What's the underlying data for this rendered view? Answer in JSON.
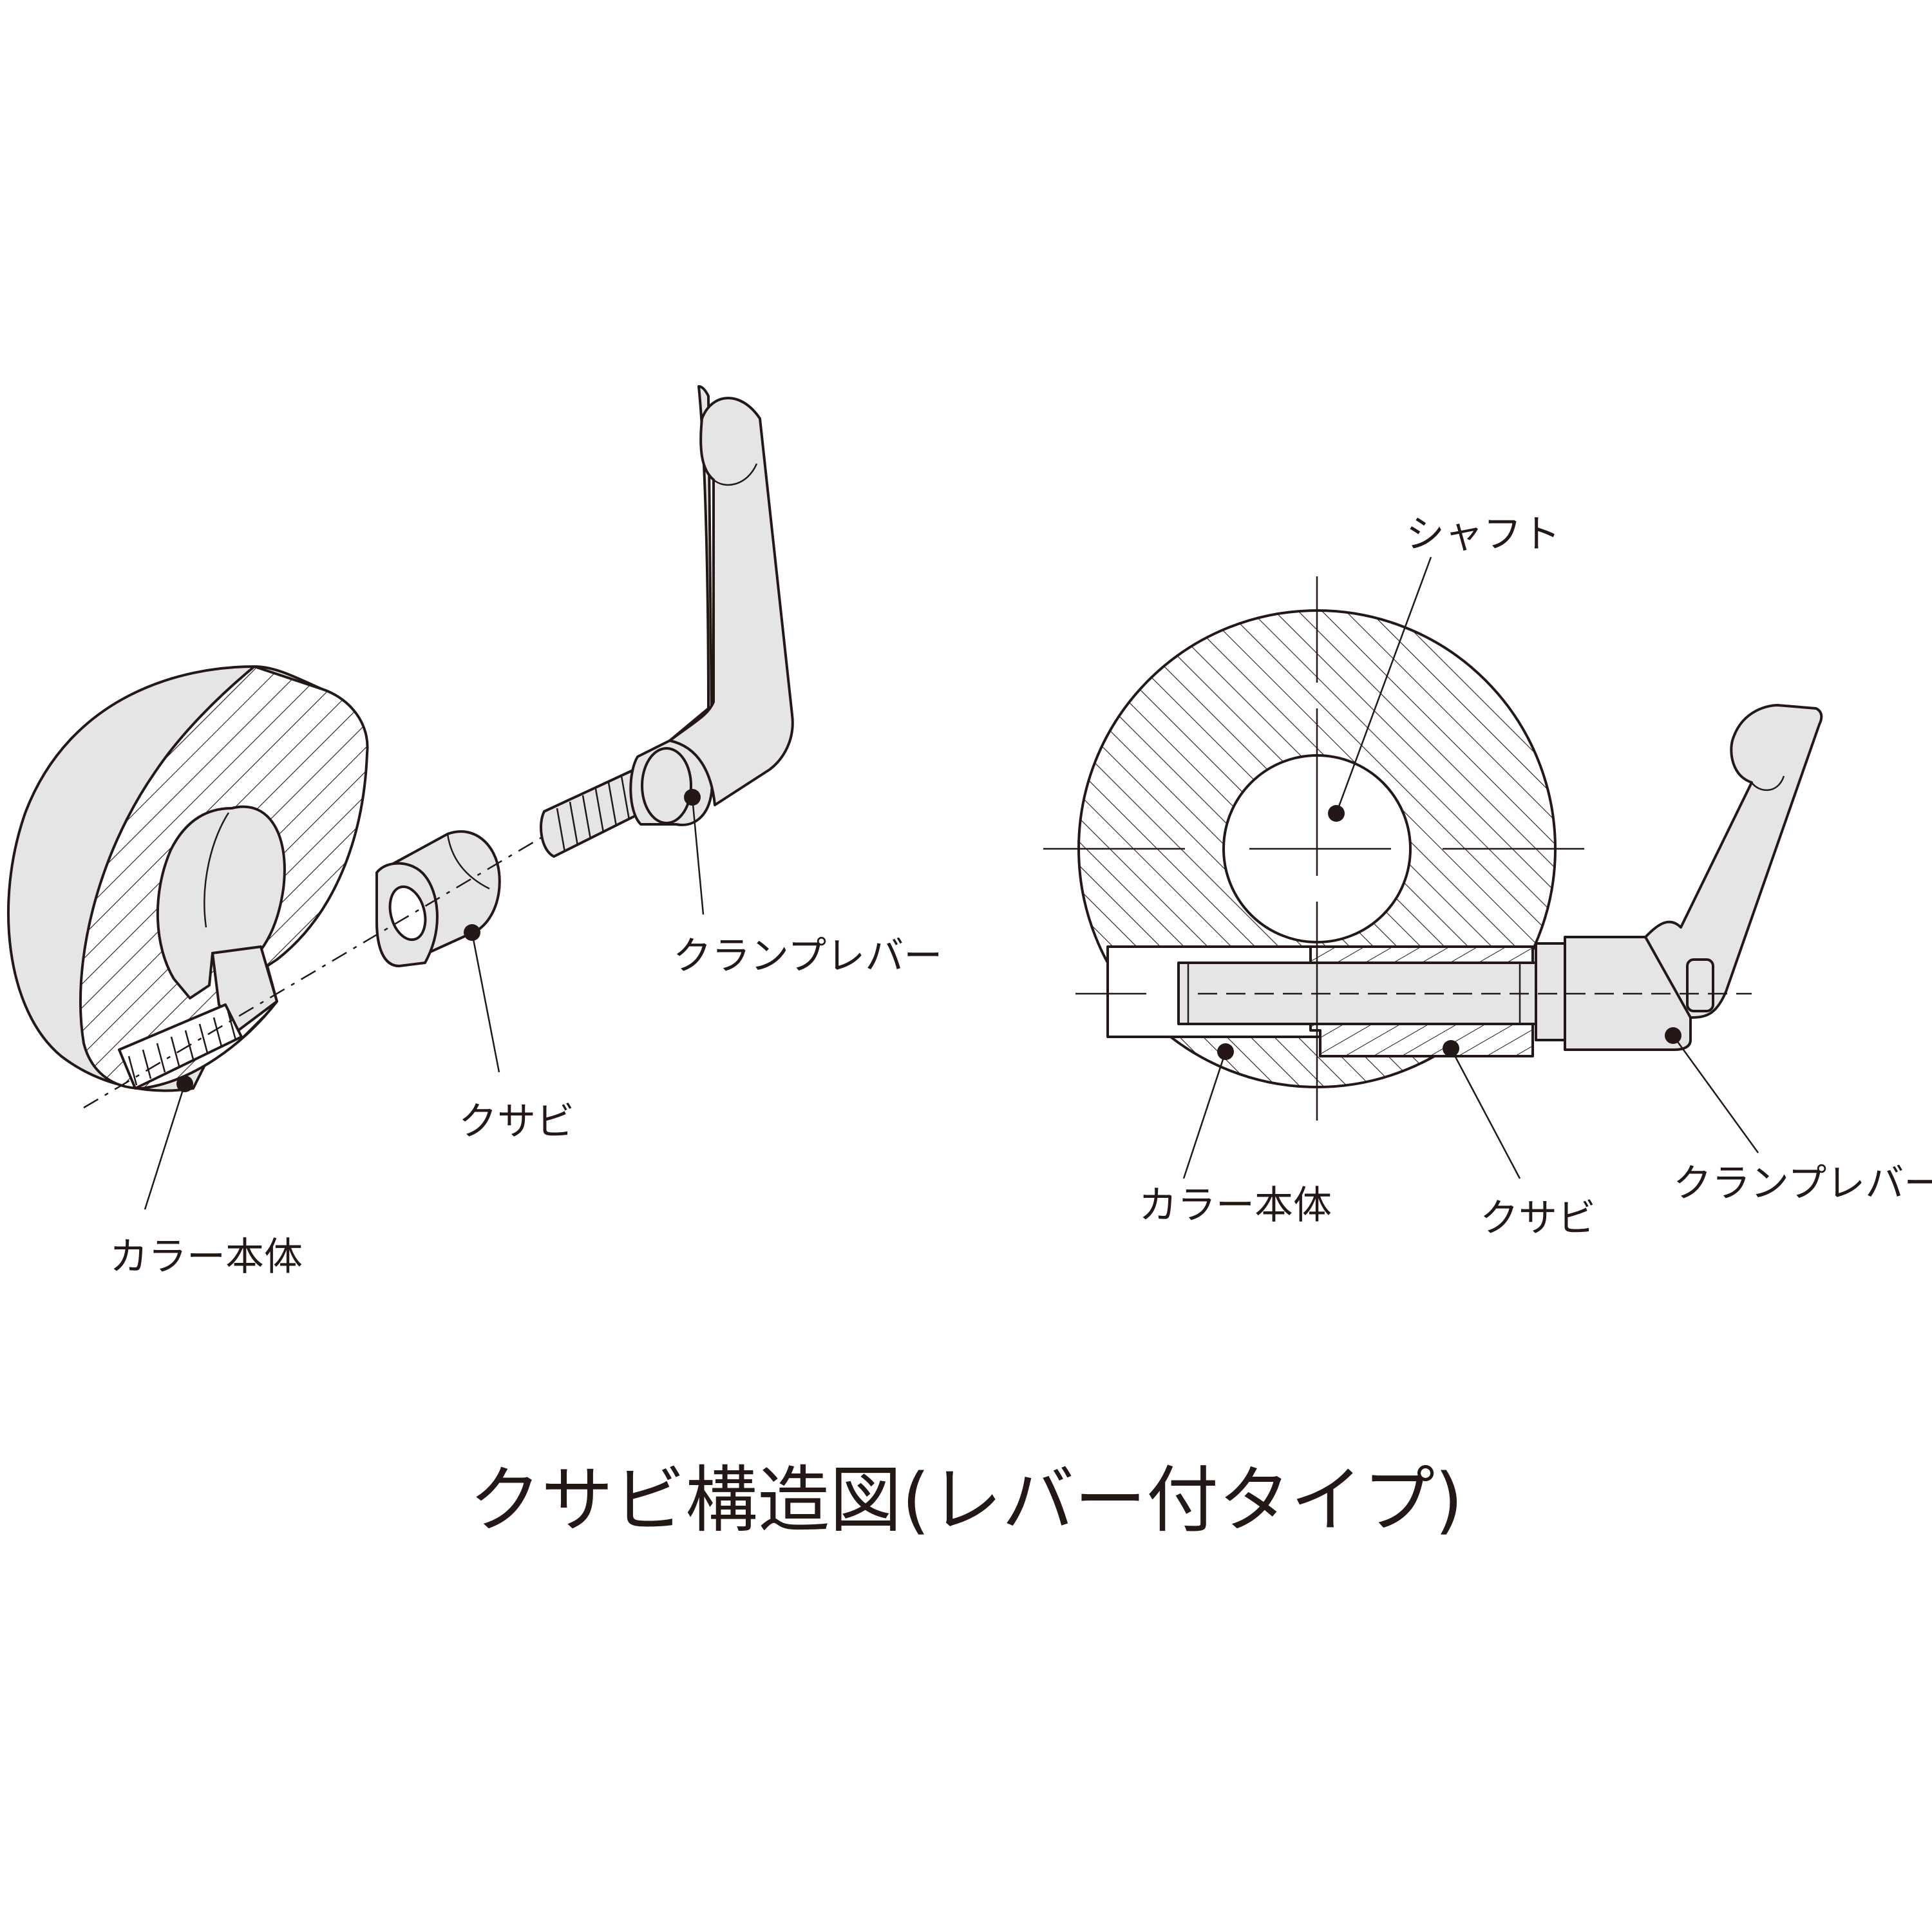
{
  "labels": {
    "left_collar": "カラー本体",
    "left_wedge": "クサビ",
    "left_lever": "クランプレバー",
    "right_shaft": "シャフト",
    "right_collar": "カラー本体",
    "right_wedge": "クサビ",
    "right_lever": "クランプレバー"
  },
  "caption": "クサビ構造図(レバー付タイプ)",
  "colors": {
    "ink": "#231815",
    "metal": "#e5e5e6",
    "background": "#ffffff"
  }
}
